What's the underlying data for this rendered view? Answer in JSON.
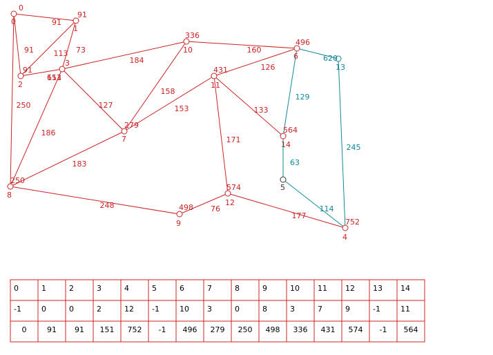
{
  "colors": {
    "tree_edge": "#cc2222",
    "other_edge": "#118899",
    "node": "#cc2222",
    "text": "#cc2222",
    "table": "#cc2222",
    "table_text": "#000000"
  },
  "nodes": [
    {
      "id": "0",
      "dist": "0",
      "color": "#cc2222"
    },
    {
      "id": "1",
      "dist": "91",
      "color": "#cc2222"
    },
    {
      "id": "2",
      "dist": "91",
      "color": "#cc2222"
    },
    {
      "id": "3",
      "dist": "151",
      "color": "#cc2222"
    },
    {
      "id": "4",
      "dist": "752",
      "color": "#cc2222"
    },
    {
      "id": "5",
      "dist": "",
      "color": "#333333"
    },
    {
      "id": "6",
      "dist": "496",
      "color": "#cc2222"
    },
    {
      "id": "7",
      "dist": "279",
      "color": "#cc2222"
    },
    {
      "id": "8",
      "dist": "250",
      "color": "#cc2222"
    },
    {
      "id": "9",
      "dist": "498",
      "color": "#cc2222"
    },
    {
      "id": "10",
      "dist": "336",
      "color": "#cc2222"
    },
    {
      "id": "11",
      "dist": "431",
      "color": "#cc2222"
    },
    {
      "id": "12",
      "dist": "574",
      "color": "#cc2222"
    },
    {
      "id": "13",
      "dist": "620",
      "color": "#118899"
    },
    {
      "id": "14",
      "dist": "564",
      "color": "#cc2222"
    }
  ],
  "extra_labels": [
    {
      "node": "3",
      "text": "613"
    }
  ],
  "edges": [
    {
      "from": "0",
      "to": "1",
      "weight": "91",
      "color": "#cc2222"
    },
    {
      "from": "0",
      "to": "2",
      "weight": "91",
      "color": "#cc2222"
    },
    {
      "from": "0",
      "to": "8",
      "weight": "250",
      "color": "#cc2222"
    },
    {
      "from": "1",
      "to": "2",
      "weight": "113",
      "color": "#cc2222"
    },
    {
      "from": "1",
      "to": "3",
      "weight": "73",
      "color": "#cc2222"
    },
    {
      "from": "2",
      "to": "3",
      "weight": "",
      "color": "#cc2222"
    },
    {
      "from": "3",
      "to": "10",
      "weight": "184",
      "color": "#cc2222"
    },
    {
      "from": "3",
      "to": "7",
      "weight": "127",
      "color": "#cc2222"
    },
    {
      "from": "3",
      "to": "8",
      "weight": "186",
      "color": "#cc2222"
    },
    {
      "from": "10",
      "to": "6",
      "weight": "160",
      "color": "#cc2222"
    },
    {
      "from": "10",
      "to": "7",
      "weight": "158",
      "color": "#cc2222"
    },
    {
      "from": "7",
      "to": "11",
      "weight": "153",
      "color": "#cc2222"
    },
    {
      "from": "7",
      "to": "8",
      "weight": "183",
      "color": "#cc2222"
    },
    {
      "from": "11",
      "to": "6",
      "weight": "126",
      "color": "#cc2222"
    },
    {
      "from": "11",
      "to": "14",
      "weight": "133",
      "color": "#cc2222"
    },
    {
      "from": "11",
      "to": "12",
      "weight": "171",
      "color": "#cc2222"
    },
    {
      "from": "6",
      "to": "13",
      "weight": "",
      "color": "#118899"
    },
    {
      "from": "6",
      "to": "14",
      "weight": "129",
      "color": "#118899"
    },
    {
      "from": "13",
      "to": "4",
      "weight": "245",
      "color": "#118899"
    },
    {
      "from": "14",
      "to": "5",
      "weight": "63",
      "color": "#118899"
    },
    {
      "from": "5",
      "to": "4",
      "weight": "114",
      "color": "#118899"
    },
    {
      "from": "8",
      "to": "9",
      "weight": "248",
      "color": "#cc2222"
    },
    {
      "from": "9",
      "to": "12",
      "weight": "76",
      "color": "#cc2222"
    },
    {
      "from": "12",
      "to": "4",
      "weight": "177",
      "color": "#cc2222"
    }
  ],
  "table": {
    "rows": [
      [
        "0",
        "1",
        "2",
        "3",
        "4",
        "5",
        "6",
        "7",
        "8",
        "9",
        "10",
        "11",
        "12",
        "13",
        "14"
      ],
      [
        "-1",
        "0",
        "0",
        "2",
        "12",
        "-1",
        "10",
        "3",
        "0",
        "8",
        "3",
        "7",
        "9",
        "-1",
        "11"
      ],
      [
        "0",
        "91",
        "91",
        "151",
        "752",
        "-1",
        "496",
        "279",
        "250",
        "498",
        "336",
        "431",
        "574",
        "-1",
        "564"
      ]
    ]
  }
}
